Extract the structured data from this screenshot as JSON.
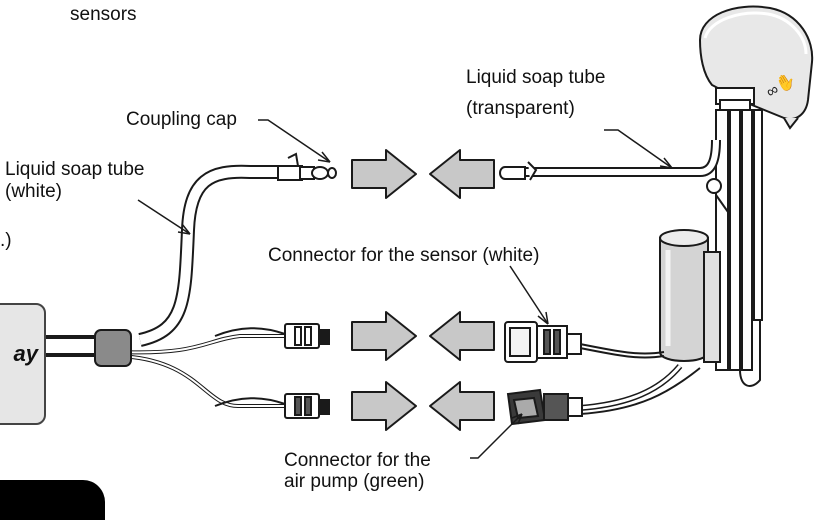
{
  "labels": {
    "sensors_fragment": "sensors",
    "coupling_cap": "Coupling cap",
    "tube_white_line1": "Liquid soap tube",
    "tube_white_line2": "(white)",
    "paren_fragment": ".)",
    "box_fragment": "ay",
    "tube_transparent_line1": "Liquid soap tube",
    "tube_transparent_line2": "(transparent)",
    "connector_sensor": "Connector for the sensor (white)",
    "connector_pump_line1": "Connector for the",
    "connector_pump_line2": "air pump (green)"
  },
  "colors": {
    "arrow_fill": "#c8c8c8",
    "line": "#1a1a1a",
    "box_fill": "#e6e6e6",
    "band": "#8a8a8a"
  }
}
